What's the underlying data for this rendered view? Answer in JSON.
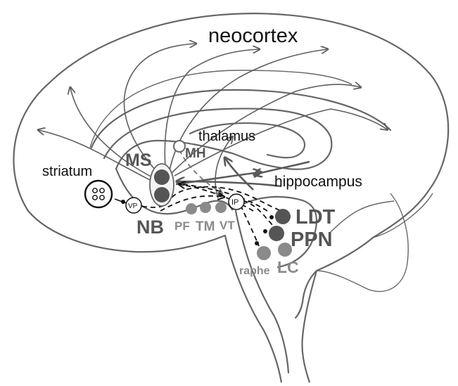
{
  "labels": {
    "neocortex": "neocortex",
    "thalamus": "thalamus",
    "hippocampus": "hippocampus",
    "striatum": "striatum",
    "ms": "MS",
    "mh": "MH",
    "nb": "NB",
    "pf": "PF",
    "tm": "TM",
    "vt": "VT",
    "ldt": "LDT",
    "ppn": "PPN",
    "raphe": "raphe",
    "lc": "LC",
    "vp": "VP",
    "ip": "IP"
  },
  "colors": {
    "outline": "#666666",
    "dark_nucleus": "#555555",
    "light_nucleus": "#8a8a8a",
    "dashed_projection": "#111111",
    "label_dark": "#555555",
    "label_black": "#111111",
    "label_light": "#8a8a8a"
  }
}
